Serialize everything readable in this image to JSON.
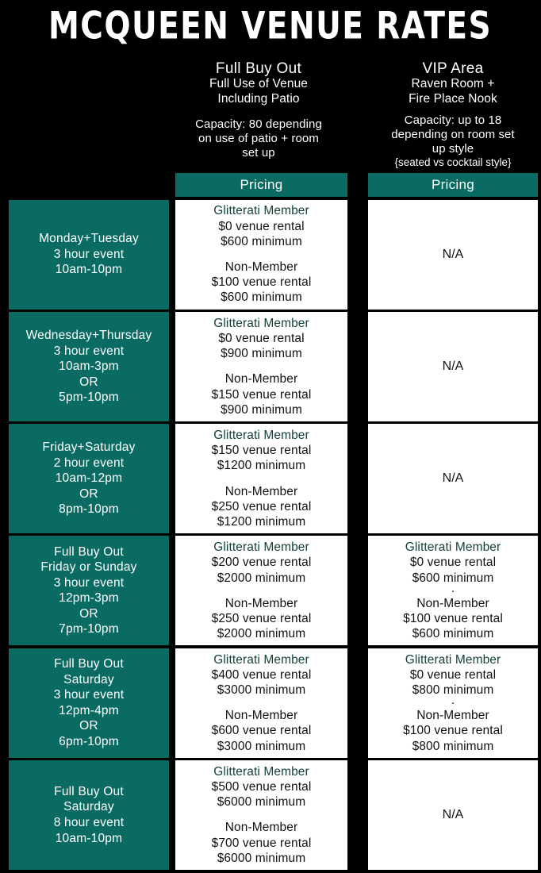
{
  "page": {
    "title": "MCQUEEN VENUE RATES",
    "background_color": "#000000",
    "accent_teal": "#0a6b63",
    "member_text_color": "#16403a",
    "body_text_color": "#111111"
  },
  "columns": [
    {
      "key": "full_buy_out",
      "title": "Full Buy Out",
      "subtitle_lines": [
        "Full Use of Venue",
        "Including Patio"
      ],
      "capacity_lines": [
        "Capacity: 80 depending",
        "on use of patio + room",
        "set up"
      ],
      "capacity_note": "",
      "pricing_header": "Pricing"
    },
    {
      "key": "vip_area",
      "title": "VIP Area",
      "subtitle_lines": [
        "Raven Room +",
        "Fire Place Nook"
      ],
      "capacity_lines": [
        "Capacity: up to 18",
        "depending on room set",
        "up style"
      ],
      "capacity_note": "{seated vs cocktail style}",
      "pricing_header": "Pricing"
    }
  ],
  "rows": [
    {
      "label_lines": [
        "Monday+Tuesday",
        "3 hour event",
        "10am-10pm"
      ],
      "full_buy_out": {
        "available": true,
        "member_label": "Glitterati Member",
        "member_rental": "$0 venue rental",
        "member_minimum": "$600 minimum",
        "nonmember_label": "Non-Member",
        "nonmember_rental": "$100 venue rental",
        "nonmember_minimum": "$600 minimum",
        "separator": ""
      },
      "vip_area": {
        "available": false,
        "na_text": "N/A"
      }
    },
    {
      "label_lines": [
        "Wednesday+Thursday",
        "3 hour event",
        "10am-3pm",
        "OR",
        "5pm-10pm"
      ],
      "full_buy_out": {
        "available": true,
        "member_label": "Glitterati Member",
        "member_rental": "$0 venue rental",
        "member_minimum": "$900 minimum",
        "nonmember_label": "Non-Member",
        "nonmember_rental": "$150 venue rental",
        "nonmember_minimum": "$900 minimum",
        "separator": ""
      },
      "vip_area": {
        "available": false,
        "na_text": "N/A"
      }
    },
    {
      "label_lines": [
        "Friday+Saturday",
        "2 hour event",
        "10am-12pm",
        "OR",
        "8pm-10pm"
      ],
      "full_buy_out": {
        "available": true,
        "member_label": "Glitterati Member",
        "member_rental": "$150 venue rental",
        "member_minimum": "$1200 minimum",
        "nonmember_label": "Non-Member",
        "nonmember_rental": "$250 venue rental",
        "nonmember_minimum": "$1200 minimum",
        "separator": ""
      },
      "vip_area": {
        "available": false,
        "na_text": "N/A"
      }
    },
    {
      "label_lines": [
        "Full Buy Out",
        "Friday or Sunday",
        "3 hour event",
        "12pm-3pm",
        "OR",
        "7pm-10pm"
      ],
      "full_buy_out": {
        "available": true,
        "member_label": "Glitterati Member",
        "member_rental": "$200 venue rental",
        "member_minimum": "$2000 minimum",
        "nonmember_label": "Non-Member",
        "nonmember_rental": "$250 venue rental",
        "nonmember_minimum": "$2000 minimum",
        "separator": ""
      },
      "vip_area": {
        "available": true,
        "member_label": "Glitterati Member",
        "member_rental": "$0 venue rental",
        "member_minimum": "$600 minimum",
        "nonmember_label": "Non-Member",
        "nonmember_rental": "$100 venue rental",
        "nonmember_minimum": "$600 minimum",
        "separator": "."
      }
    },
    {
      "label_lines": [
        "Full Buy Out",
        "Saturday",
        "3 hour event",
        "12pm-4pm",
        "OR",
        "6pm-10pm"
      ],
      "full_buy_out": {
        "available": true,
        "member_label": "Glitterati Member",
        "member_rental": "$400 venue rental",
        "member_minimum": "$3000 minimum",
        "nonmember_label": "Non-Member",
        "nonmember_rental": "$600 venue rental",
        "nonmember_minimum": "$3000 minimum",
        "separator": ""
      },
      "vip_area": {
        "available": true,
        "member_label": "Glitterati Member",
        "member_rental": "$0 venue rental",
        "member_minimum": "$800 minimum",
        "nonmember_label": "Non-Member",
        "nonmember_rental": "$100 venue rental",
        "nonmember_minimum": "$800 minimum",
        "separator": "."
      }
    },
    {
      "label_lines": [
        "Full Buy Out",
        "Saturday",
        "8 hour event",
        "10am-10pm"
      ],
      "full_buy_out": {
        "available": true,
        "member_label": "Glitterati Member",
        "member_rental": "$500 venue rental",
        "member_minimum": "$6000 minimum",
        "nonmember_label": "Non-Member",
        "nonmember_rental": "$700 venue rental",
        "nonmember_minimum": "$6000 minimum",
        "separator": ""
      },
      "vip_area": {
        "available": false,
        "na_text": "N/A"
      }
    }
  ]
}
